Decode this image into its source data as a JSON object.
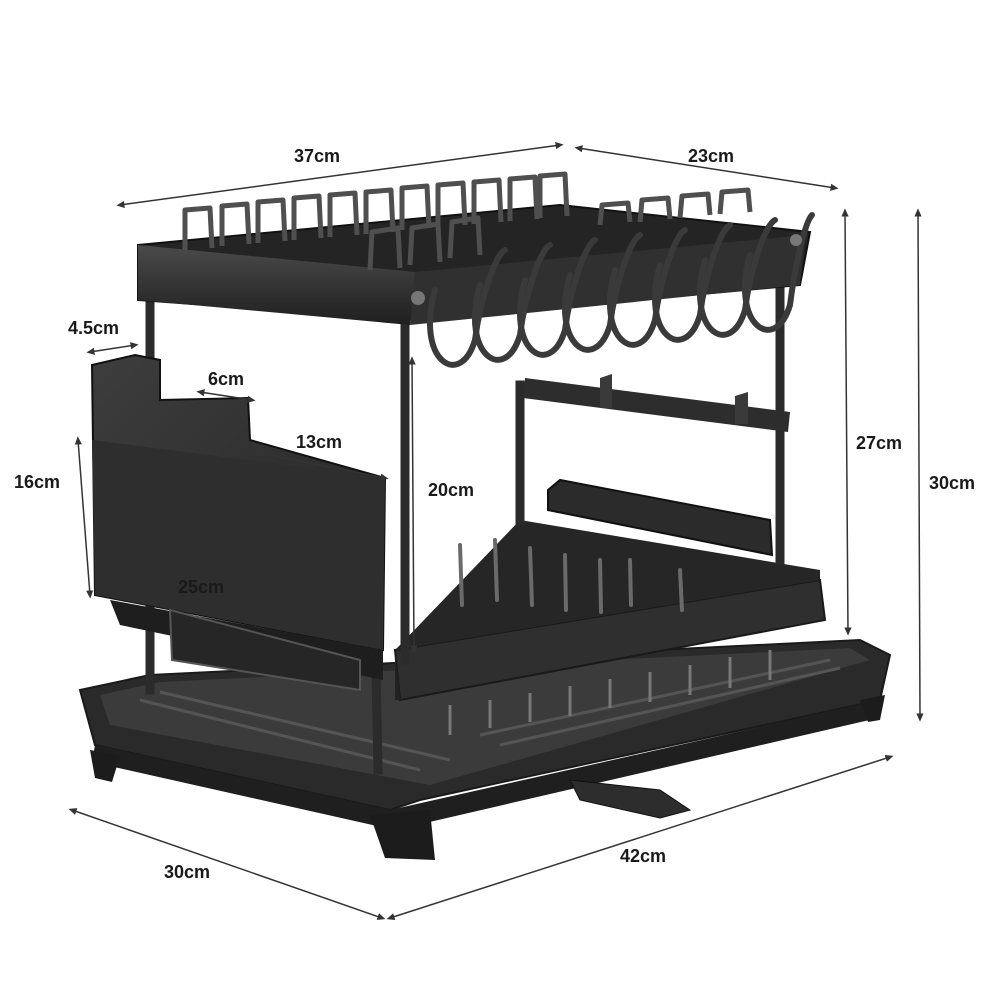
{
  "colors": {
    "metal_dark": "#2b2b2b",
    "metal_mid": "#3a3a3a",
    "metal_light": "#5a5a5a",
    "dimension_line": "#333333",
    "background": "#ffffff"
  },
  "dimensions": {
    "top_width": "37cm",
    "top_depth": "23cm",
    "holder_gap": "4.5cm",
    "holder_slot": "6cm",
    "holder_length": "13cm",
    "holder_height": "16cm",
    "holder_width": "25cm",
    "inner_height": "20cm",
    "upper_height": "27cm",
    "total_height": "30cm",
    "base_depth": "30cm",
    "base_width": "42cm"
  }
}
